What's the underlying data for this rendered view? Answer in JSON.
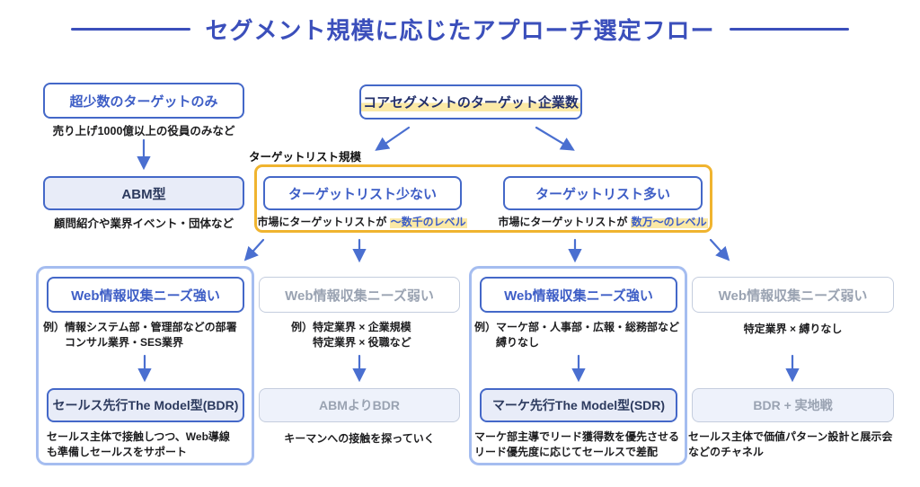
{
  "title": "セグメント規模に応じたアプローチ選定フロー",
  "colors": {
    "title_blue": "#3b4fbb",
    "box_border_blue": "#4468c8",
    "box_text_blue": "#3e5ec6",
    "dark_navy_text": "#2c3a5e",
    "muted_text": "#9aa3b2",
    "muted_border": "#c4cdde",
    "lavender_fill": "#e8ecf8",
    "muted_fill": "#eef2fb",
    "yellow_border": "#f0b42f",
    "yellow_highlight": "#fbe9a6",
    "container_border": "#a5bdf0",
    "arrow_blue": "#4a6fd0"
  },
  "abm_flow": {
    "condition_box": "超少数のターゲットのみ",
    "condition_caption": "売り上げ1000億以上の役員のみなど",
    "result_box": "ABM型",
    "result_caption": "顧問紹介や業界イベント・団体など"
  },
  "core_box": "コアセグメントのターゲット企業数",
  "target_list": {
    "section_label": "ターゲットリスト規模",
    "few_box": "ターゲットリスト少ない",
    "few_caption_prefix": "市場にターゲットリストが ",
    "few_caption_highlight": "〜数千のレベル",
    "many_box": "ターゲットリスト多い",
    "many_caption_prefix": "市場にターゲットリストが ",
    "many_caption_highlight": "数万〜のレベル"
  },
  "columns": [
    {
      "need_box": "Web情報収集ニーズ強い",
      "need_caption_line1": "例）情報システム部・管理部などの部署",
      "need_caption_line2": "コンサル業界・SES業界",
      "result_box": "セールス先行The Model型(BDR)",
      "result_caption_line1": "セールス主体で接触しつつ、Web導線",
      "result_caption_line2": "も準備しセールスをサポート"
    },
    {
      "need_box": "Web情報収集ニーズ弱い",
      "need_caption_line1": "例）特定業界 × 企業規模",
      "need_caption_line2": "特定業界 × 役職など",
      "result_box": "ABMよりBDR",
      "result_caption_line1": "キーマンへの接触を探っていく",
      "result_caption_line2": ""
    },
    {
      "need_box": "Web情報収集ニーズ強い",
      "need_caption_line1": "例）マーケ部・人事部・広報・総務部など",
      "need_caption_line2": "縛りなし",
      "result_box": "マーケ先行The Model型(SDR)",
      "result_caption_line1": "マーケ部主導でリード獲得数を優先させる",
      "result_caption_line2": "リード優先度に応じてセールスで差配"
    },
    {
      "need_box": "Web情報収集ニーズ弱い",
      "need_caption_line1": "特定業界 × 縛りなし",
      "need_caption_line2": "",
      "result_box": "BDR + 実地戦",
      "result_caption_line1": "セールス主体で価値パターン設計と展示会",
      "result_caption_line2": "などのチャネル"
    }
  ]
}
